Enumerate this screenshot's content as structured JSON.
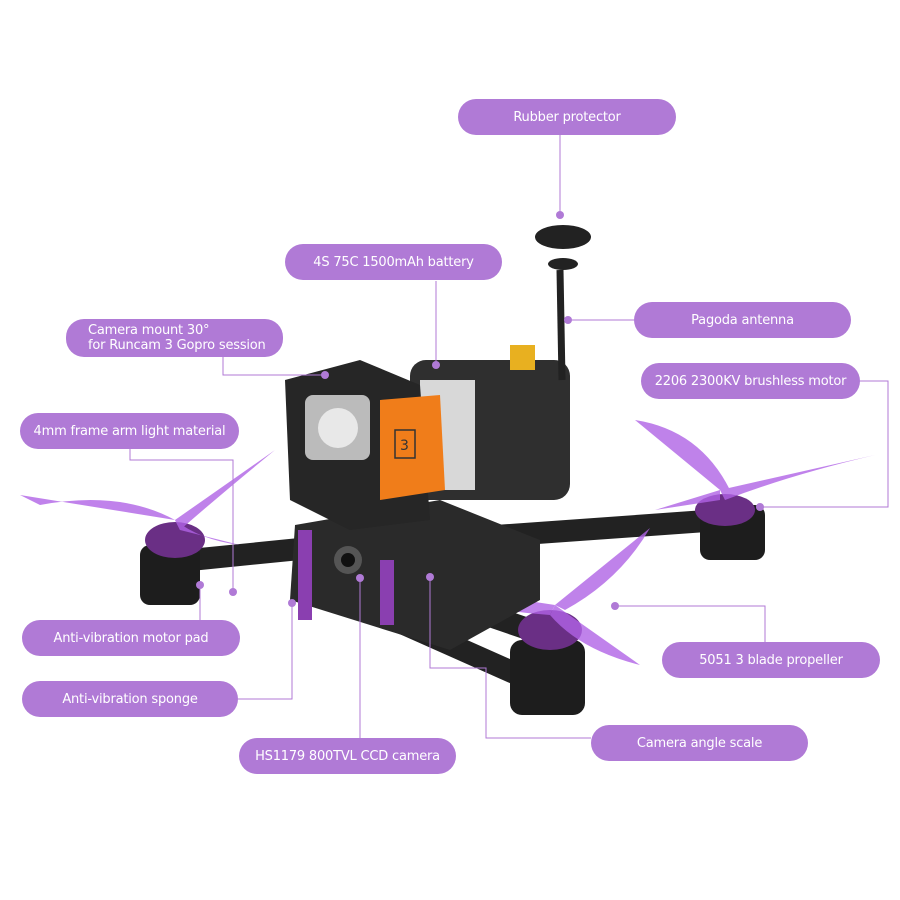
{
  "accent_color": "#b07ad6",
  "labels": {
    "rubber_protector": "Rubber protector",
    "battery": "4S 75C 1500mAh battery",
    "pagoda_antenna": "Pagoda antenna",
    "camera_mount_line1": "Camera mount 30°",
    "camera_mount_line2": "for Runcam 3 Gopro session",
    "brushless_motor": "2206 2300KV brushless motor",
    "frame_arm": "4mm frame arm light material",
    "motor_pad": "Anti-vibration motor pad",
    "propeller": "5051 3 blade propeller",
    "sponge": "Anti-vibration sponge",
    "camera_angle": "Camera angle scale",
    "ccd_camera": "HS1179 800TVL CCD camera"
  },
  "drone_image": {
    "battery_logo": "3"
  }
}
